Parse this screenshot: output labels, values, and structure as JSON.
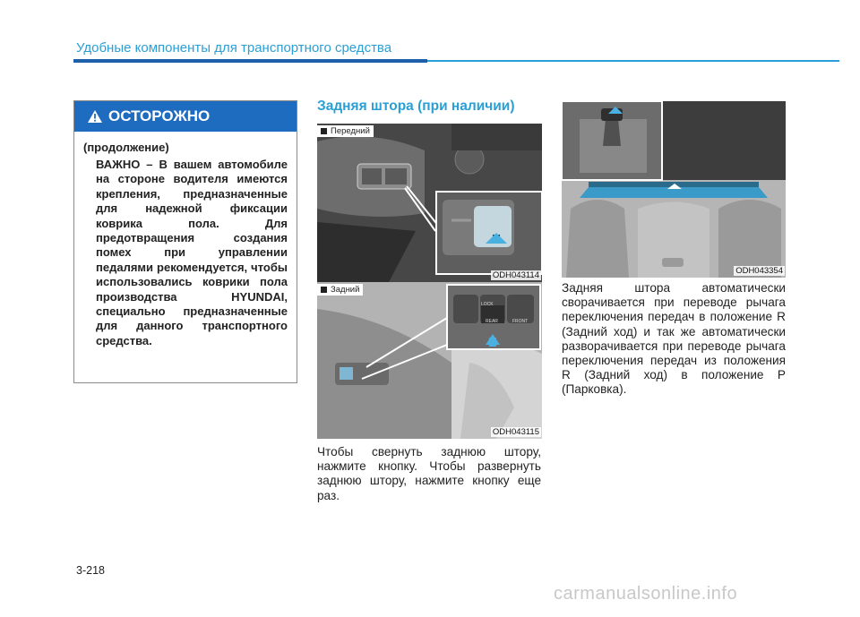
{
  "header": {
    "title": "Удобные компоненты для транспортного средства"
  },
  "warning": {
    "title": "ОСТОРОЖНО",
    "continued": "(продолжение)",
    "text": "ВАЖНО – В вашем автомобиле на стороне водителя имеются крепления, предназначенные для надежной фиксации коврика пола. Для предотвращения создания помех при управлении педалями рекомендуется, чтобы использовались коврики пола производства HYUNDAI, специально предназначенные для данного транспортного средства."
  },
  "section": {
    "title": "Задняя штора (при наличии)"
  },
  "images": {
    "front": {
      "label": "Передний",
      "code": "ODH043114"
    },
    "rear": {
      "label": "Задний",
      "code": "ODH043115"
    },
    "right": {
      "code": "ODH043354"
    }
  },
  "rear_buttons": {
    "lock": "LOCK",
    "rear": "REAR",
    "front": "FRONT"
  },
  "body": {
    "left": "Чтобы свернуть заднюю штору, нажмите кнопку. Чтобы развернуть заднюю штору, нажмите кнопку еще раз.",
    "right": "Задняя штора автоматически сворачивается при переводе рычага переключения передач в положение R (Задний ход) и так же автоматически разворачивается при переводе рычага переключения передач из положения R (Задний ход) в положение P (Парковка)."
  },
  "footer": {
    "page_number": "3-218",
    "watermark": "carmanualsonline.info"
  },
  "colors": {
    "accent": "#2a9fd6",
    "dark_blue": "#1d5fa8",
    "warning_header": "#1d6cc0"
  }
}
